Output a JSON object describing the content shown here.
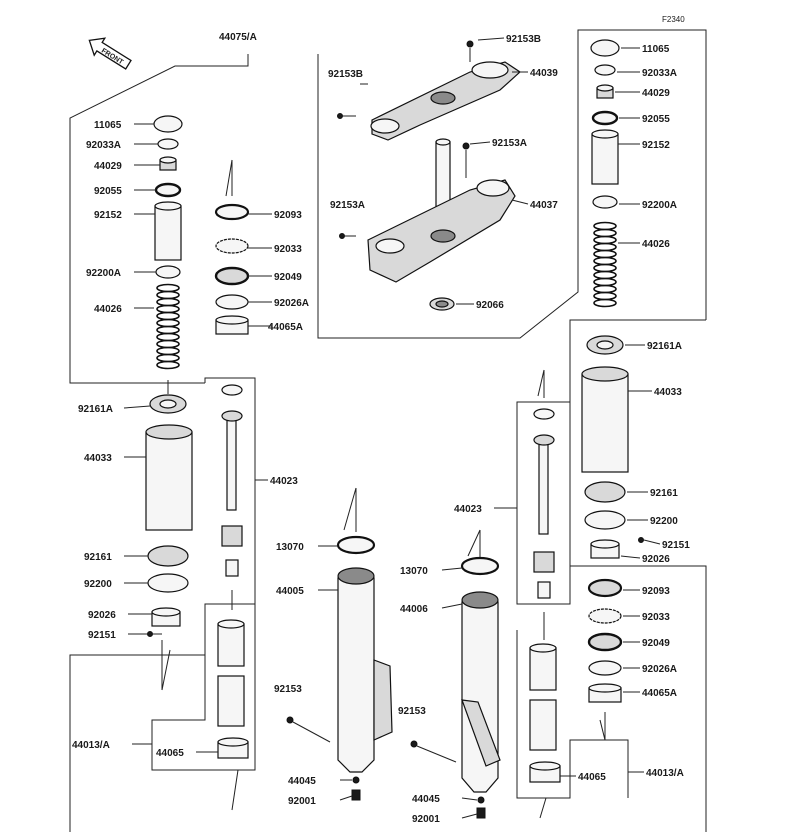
{
  "figure_code": "F2340",
  "front_label": "FRONT",
  "labels": {
    "l44075A": "44075/A",
    "l92153B_a": "92153B",
    "l92153B_b": "92153B",
    "l44039": "44039",
    "l92153A_a": "92153A",
    "l92153A_b": "92153A",
    "l44037": "44037",
    "l92066": "92066",
    "left_11065": "11065",
    "left_92033A": "92033A",
    "left_44029": "44029",
    "left_92055": "92055",
    "left_92152": "92152",
    "left_92200A": "92200A",
    "left_44026": "44026",
    "left_92161A": "92161A",
    "left_44033": "44033",
    "left_92161": "92161",
    "left_92200": "92200",
    "left_92026": "92026",
    "left_92151": "92151",
    "left_44013A": "44013/A",
    "left_44065": "44065",
    "mid_92093": "92093",
    "mid_92033": "92033",
    "mid_92049": "92049",
    "mid_92026A": "92026A",
    "mid_44065A": "44065A",
    "mid_44023": "44023",
    "mid_13070": "13070",
    "mid_44005": "44005",
    "mid_92153": "92153",
    "mid_44045": "44045",
    "mid_92001": "92001",
    "r_44023": "44023",
    "r_13070": "13070",
    "r_44006": "44006",
    "r_92153": "92153",
    "r_44045": "44045",
    "r_92001": "92001",
    "right_11065": "11065",
    "right_92033A": "92033A",
    "right_44029": "44029",
    "right_92055": "92055",
    "right_92152": "92152",
    "right_92200A": "92200A",
    "right_44026": "44026",
    "right_92161A": "92161A",
    "right_44033": "44033",
    "right_92161": "92161",
    "right_92200": "92200",
    "right_92151": "92151",
    "right_92026": "92026",
    "right_92093": "92093",
    "right_92033": "92033",
    "right_92049": "92049",
    "right_92026A": "92026A",
    "right_44065A": "44065A",
    "right_44065": "44065",
    "right_44013A": "44013/A"
  }
}
